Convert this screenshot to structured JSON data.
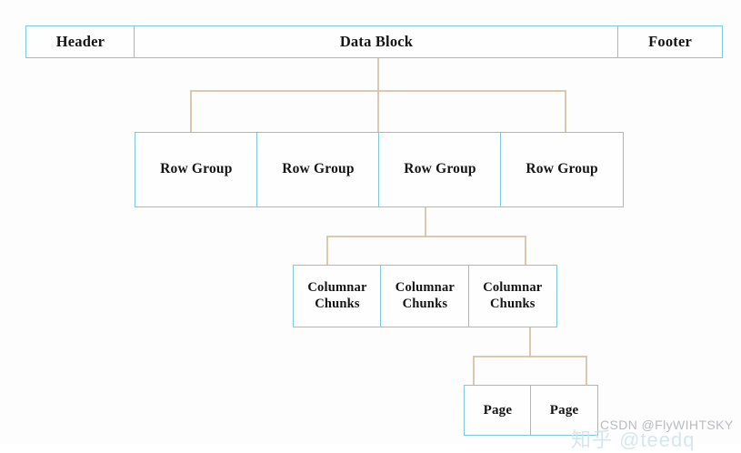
{
  "diagram": {
    "title": "Parquet file layout hierarchy",
    "colors": {
      "box_border": "#7ec8de",
      "box_fill": "#fefefe",
      "connector": "#d6c3a6",
      "text": "#141414",
      "background": "#fdfdfd"
    },
    "levels": [
      {
        "name": "file-level",
        "boxes": [
          {
            "label": "Header"
          },
          {
            "label": "Data Block"
          },
          {
            "label": "Footer"
          }
        ]
      },
      {
        "name": "row-group-level",
        "boxes": [
          {
            "label": "Row Group"
          },
          {
            "label": "Row Group"
          },
          {
            "label": "Row Group"
          },
          {
            "label": "Row Group"
          }
        ]
      },
      {
        "name": "columnar-chunk-level",
        "boxes": [
          {
            "label": "Columnar\nChunks"
          },
          {
            "label": "Columnar\nChunks"
          },
          {
            "label": "Columnar\nChunks"
          }
        ]
      },
      {
        "name": "page-level",
        "boxes": [
          {
            "label": "Page"
          },
          {
            "label": "Page"
          }
        ]
      }
    ]
  },
  "watermarks": {
    "csdn": "CSDN @FlyWIHTSKY",
    "zhihu": "知乎 @teedq"
  }
}
